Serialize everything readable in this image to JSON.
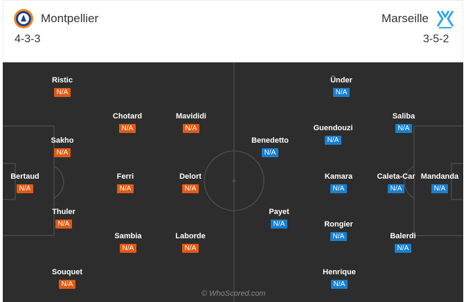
{
  "home": {
    "name": "Montpellier",
    "formation": "4-3-3",
    "crest_icon": "montpellier-crest-icon",
    "rating_color": "#e05a14",
    "players": [
      {
        "name": "Ristic",
        "rating": "N/A"
      },
      {
        "name": "Chotard",
        "rating": "N/A"
      },
      {
        "name": "Mavididi",
        "rating": "N/A"
      },
      {
        "name": "Sakho",
        "rating": "N/A"
      },
      {
        "name": "Bertaud",
        "rating": "N/A"
      },
      {
        "name": "Ferri",
        "rating": "N/A"
      },
      {
        "name": "Delort",
        "rating": "N/A"
      },
      {
        "name": "Thuler",
        "rating": "N/A"
      },
      {
        "name": "Sambia",
        "rating": "N/A"
      },
      {
        "name": "Laborde",
        "rating": "N/A"
      },
      {
        "name": "Souquet",
        "rating": "N/A"
      }
    ]
  },
  "away": {
    "name": "Marseille",
    "formation": "3-5-2",
    "crest_icon": "marseille-crest-icon",
    "rating_color": "#1880cf",
    "players": [
      {
        "name": "Ünder",
        "rating": "N/A"
      },
      {
        "name": "Guendouzi",
        "rating": "N/A"
      },
      {
        "name": "Saliba",
        "rating": "N/A"
      },
      {
        "name": "Benedetto",
        "rating": "N/A"
      },
      {
        "name": "Kamara",
        "rating": "N/A"
      },
      {
        "name": "Caleta-Car",
        "rating": "N/A"
      },
      {
        "name": "Mandanda",
        "rating": "N/A"
      },
      {
        "name": "Payet",
        "rating": "N/A"
      },
      {
        "name": "Rongier",
        "rating": "N/A"
      },
      {
        "name": "Balerdi",
        "rating": "N/A"
      },
      {
        "name": "Henrique",
        "rating": "N/A"
      }
    ]
  },
  "pitch": {
    "background": "#2d2d2d",
    "line_color": "#4a4a4a"
  },
  "watermark": "© WhoScored.com"
}
